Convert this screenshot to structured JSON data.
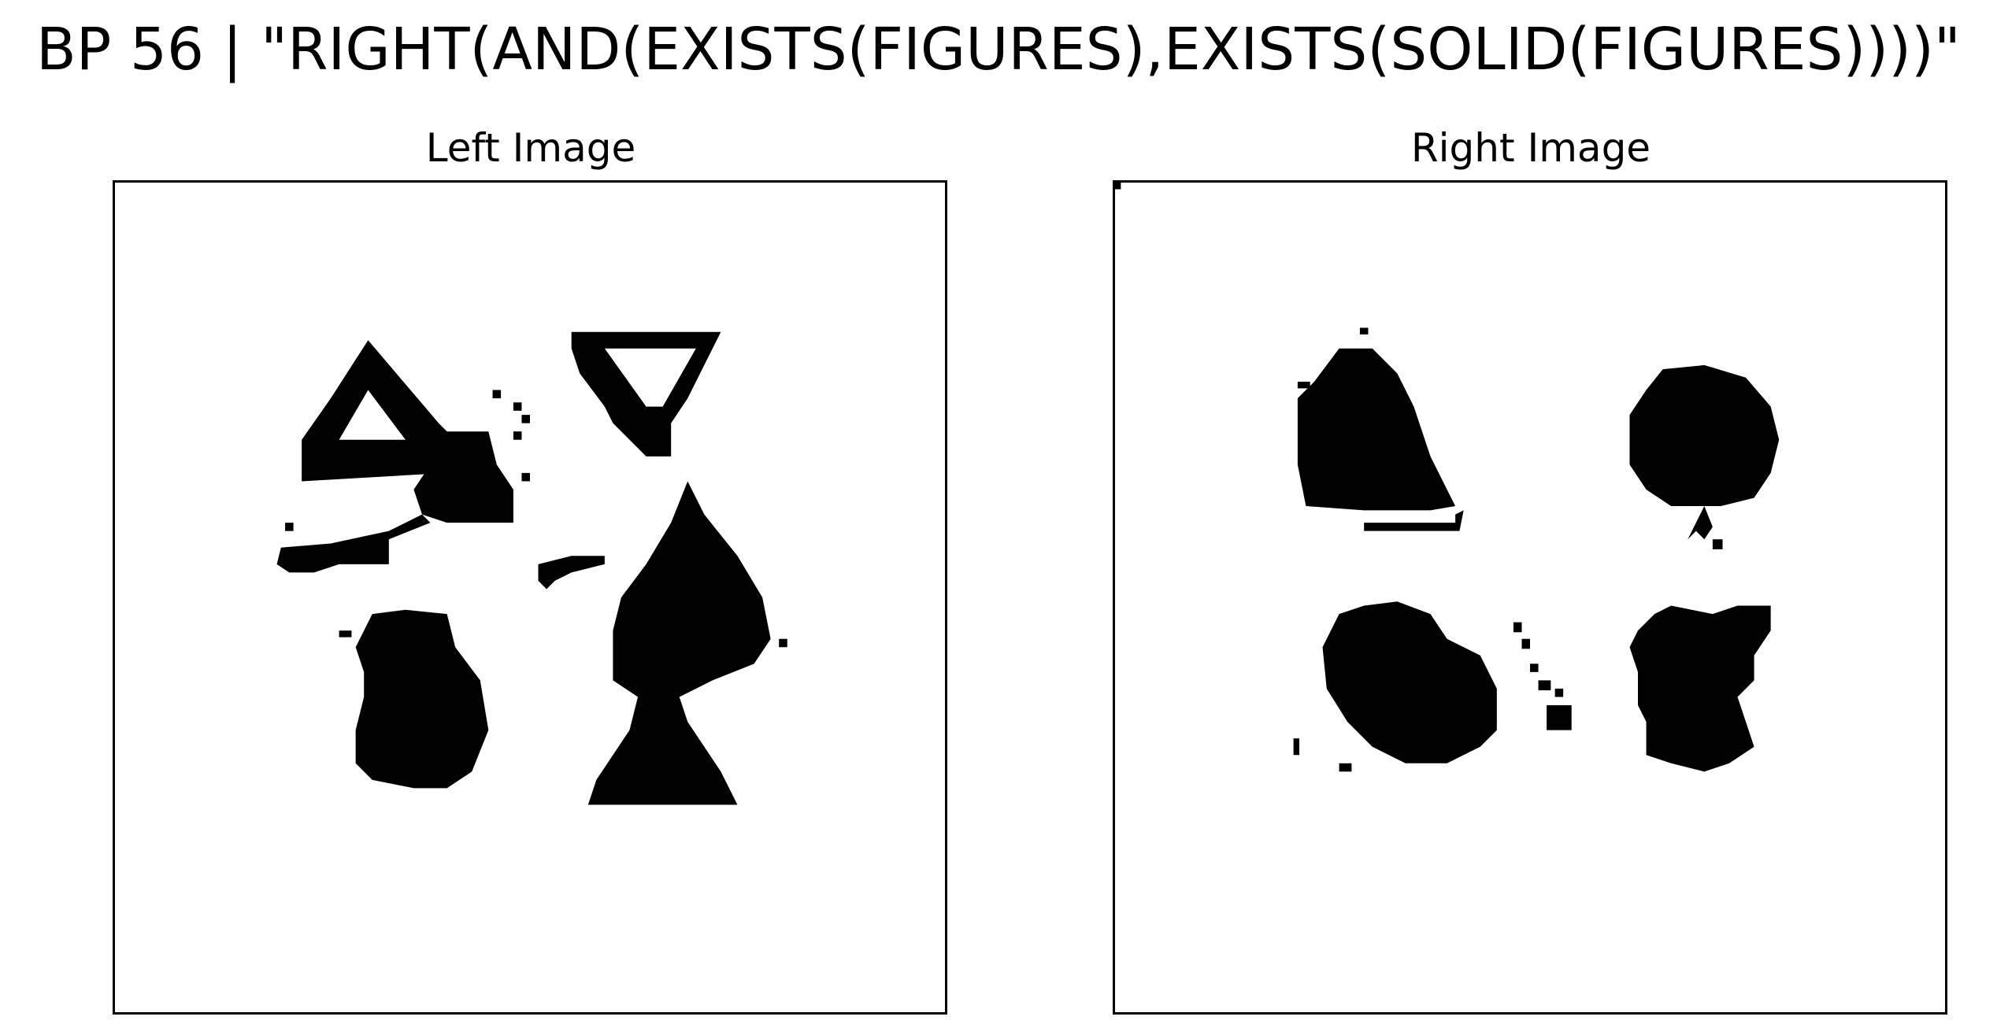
{
  "figure": {
    "title": "BP 56 | \"RIGHT(AND(EXISTS(FIGURES),EXISTS(SOLID(FIGURES))))\""
  },
  "panels": {
    "left": {
      "title": "Left Image",
      "shapes": [
        "outline-triangle",
        "outline-inverted-triangle",
        "solid-blob",
        "solid-spade-hourglass",
        "noise-streak"
      ]
    },
    "right": {
      "title": "Right Image",
      "shapes": [
        "solid-triangle",
        "solid-circle",
        "solid-oval",
        "solid-irregular-square",
        "noise-specks"
      ]
    }
  },
  "colors": {
    "background": "#ffffff",
    "ink": "#000000"
  }
}
